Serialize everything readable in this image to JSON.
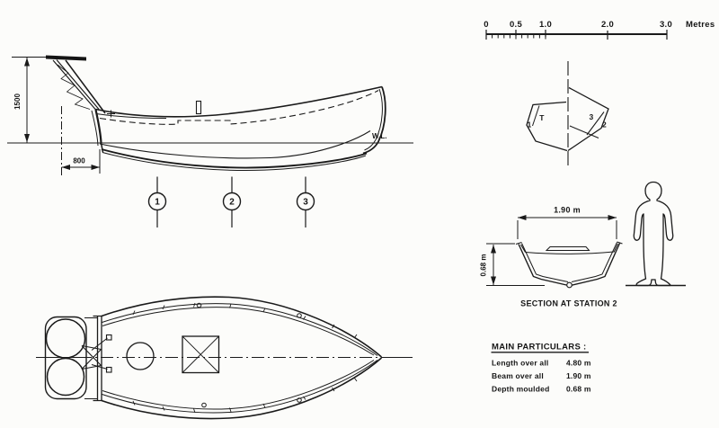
{
  "scale_bar": {
    "labels": [
      "0",
      "0.5",
      "1.0",
      "2.0",
      "3.0"
    ],
    "unit": "Metres"
  },
  "profile_view": {
    "height_dim": "1500",
    "stern_overhang_dim": "800",
    "waterline_label": "W.L."
  },
  "station_markers": [
    "1",
    "2",
    "3"
  ],
  "body_plan": {
    "section_labels": [
      "1",
      "T",
      "3",
      "2"
    ]
  },
  "section_view": {
    "beam_dim": "1.90 m",
    "depth_dim": "0.68 m",
    "caption": "SECTION AT STATION 2"
  },
  "main_particulars": {
    "title": "MAIN PARTICULARS :",
    "rows": [
      {
        "label": "Length over all",
        "value": "4.80 m"
      },
      {
        "label": "Beam over all",
        "value": "1.90 m"
      },
      {
        "label": "Depth moulded",
        "value": "0.68 m"
      }
    ]
  }
}
